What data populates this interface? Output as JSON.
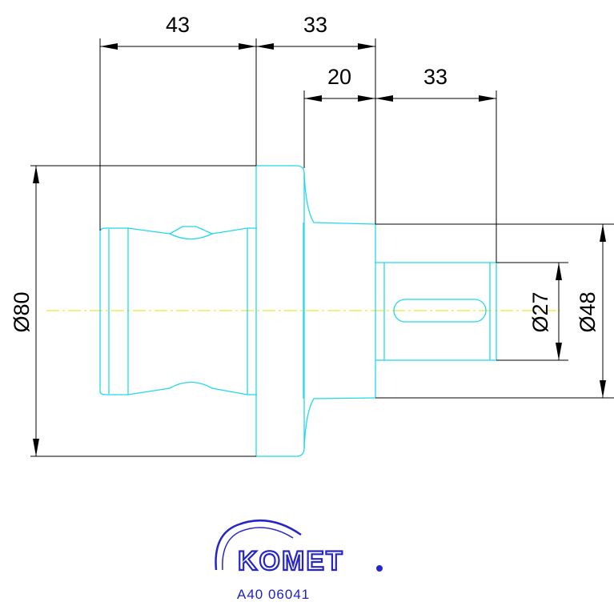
{
  "dimensions": {
    "len_43": "43",
    "len_33_top": "33",
    "len_20": "20",
    "len_33_right": "33",
    "dia_80": "Ø80",
    "dia_27": "Ø27",
    "dia_48": "Ø48"
  },
  "logo": {
    "brand": "KOMET",
    "code": "A40 06041"
  },
  "colors": {
    "part_outline": "#22d8e8",
    "dimension_lines": "#000000",
    "center_axis": "#e8e000",
    "logo_blue": "#2626c8"
  }
}
